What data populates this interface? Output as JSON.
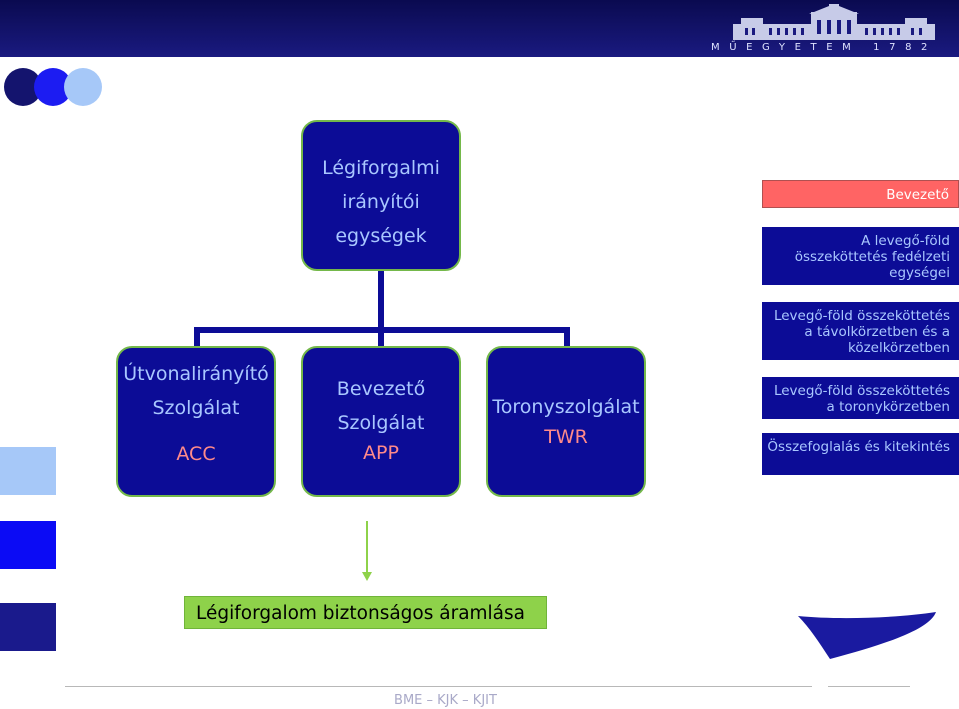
{
  "header": {
    "logo_text": "MŰEGYETEM 1782"
  },
  "diagram": {
    "root": {
      "lines": [
        "Légiforgalmi",
        "irányítói",
        "egységek"
      ]
    },
    "children": [
      {
        "lines": [
          "Útvonalirányító",
          "Szolgálat"
        ],
        "abbr": "ACC"
      },
      {
        "lines": [
          "Bevezető",
          "Szolgálat"
        ],
        "abbr": "APP"
      },
      {
        "lines": [
          "Toronyszolgálat"
        ],
        "abbr": "TWR"
      }
    ]
  },
  "sidebar": {
    "items": [
      {
        "label": "Bevezető",
        "active": true
      },
      {
        "label": "A levegő-föld összeköttetés fedélzeti egységei",
        "active": false
      },
      {
        "label": "Levegő-föld összeköttetés a távolkörzetben és a közelkörzetben",
        "active": false
      },
      {
        "label": "Levegő-föld összeköttetés a toronykörzetben",
        "active": false
      },
      {
        "label": "Összefoglalás és kitekintés",
        "active": false
      }
    ]
  },
  "conclusion": {
    "label": "Légiforgalom biztonságos áramlása"
  },
  "footer": {
    "text": "BME – KJK – KJIT"
  },
  "colors": {
    "header_bg": "#0a0a50",
    "box_bg": "#0c0c96",
    "box_text": "#a9c7ff",
    "abbr_text": "#ff8a8a",
    "active_tab": "#ff6464",
    "accent_green": "#8ed24a"
  },
  "icons": {
    "logo": "university-building-icon",
    "arrow": "arrow-down-icon",
    "swoosh": "swoosh-decoration-icon"
  }
}
